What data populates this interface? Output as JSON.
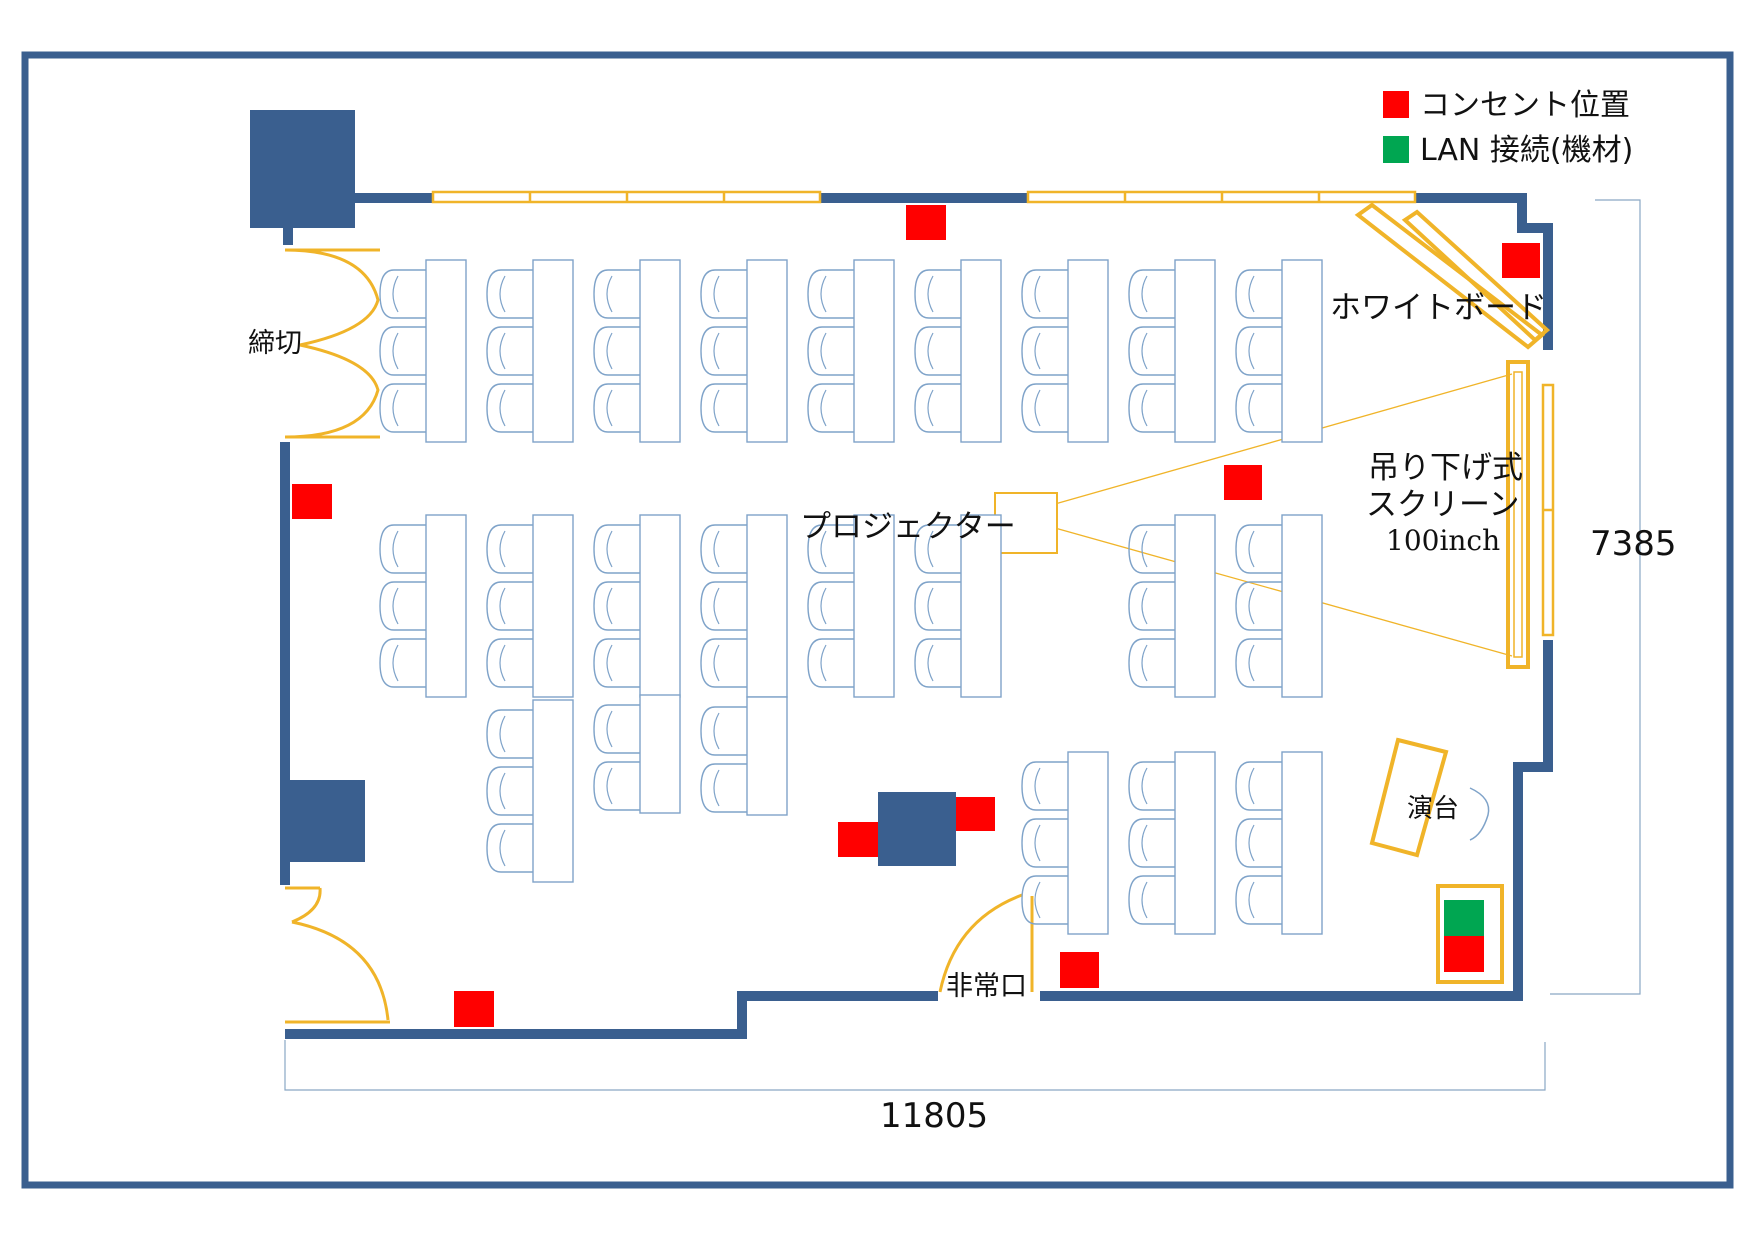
{
  "legend": {
    "outlet": {
      "label": "コンセント位置",
      "color": "#ff0000"
    },
    "lan": {
      "label": "LAN 接続(機材)",
      "color": "#00a651"
    }
  },
  "labels": {
    "whiteboard": "ホワイトボード",
    "screen_line1": "吊り下げ式",
    "screen_line2": "スクリーン",
    "screen_size": "100inch",
    "projector": "プロジェクター",
    "door_closed": "締切",
    "podium": "演台",
    "emergency_exit": "非常口"
  },
  "dimensions": {
    "width": "11805",
    "depth": "7385"
  },
  "colors": {
    "wall": "#3a5f8f",
    "fixture": "#f0b429",
    "furniture": "#7fa3c9"
  }
}
